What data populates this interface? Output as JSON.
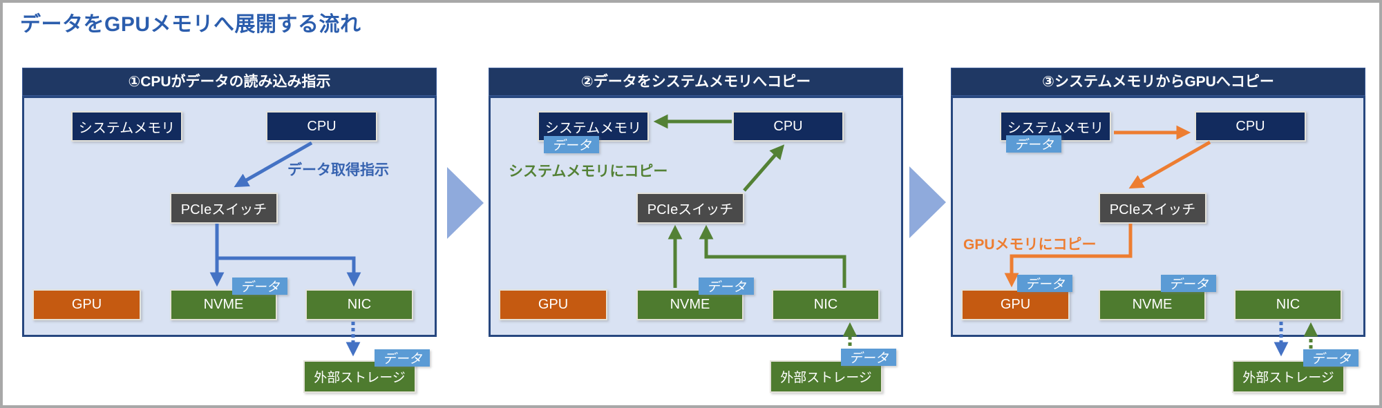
{
  "title": "データをGPUメモリへ展開する流れ",
  "data_tag": "データ",
  "nodes": {
    "system_memory": "システムメモリ",
    "cpu": "CPU",
    "pcie_switch": "PCIeスイッチ",
    "gpu": "GPU",
    "nvme": "NVME",
    "nic": "NIC",
    "external_storage": "外部ストレージ"
  },
  "panels": [
    {
      "step": "1",
      "header": "①CPUがデータの読み込み指示",
      "annotation": "データ取得指示",
      "flow_color": "#4472C4"
    },
    {
      "step": "2",
      "header": "②データをシステムメモリへコピー",
      "annotation": "システムメモリにコピー",
      "flow_color": "#538135"
    },
    {
      "step": "3",
      "header": "③システムメモリからGPUへコピー",
      "annotation": "GPUメモリにコピー",
      "flow_color": "#ED7D31"
    }
  ],
  "colors": {
    "title_text": "#2B5DAD",
    "panel_header_bg": "#1F3864",
    "panel_body_bg": "#D9E2F3",
    "panel_border": "#27477F",
    "memory_box": "#122B5E",
    "switch_box": "#4A4A4A",
    "gpu_box": "#C55A11",
    "device_box_green": "#4E7B2F",
    "data_tag_bg": "#5B9BD5",
    "arrow_blue": "#4472C4",
    "arrow_green": "#538135",
    "arrow_orange": "#ED7D31",
    "chevron": "#8FAADC"
  }
}
